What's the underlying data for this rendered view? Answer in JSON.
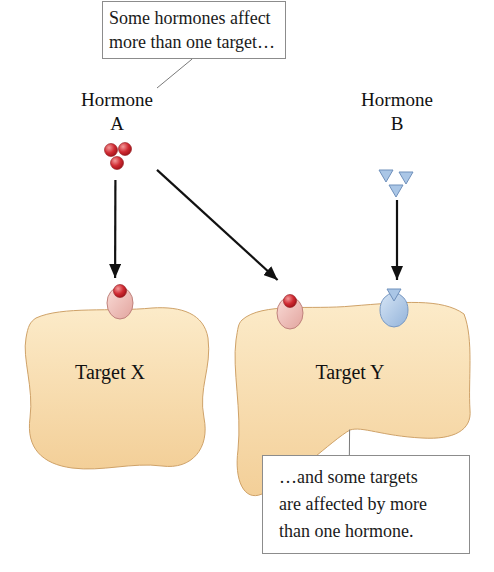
{
  "diagram": {
    "nodes": [
      {
        "text": [
          "Some hormones affect more than one target…"
        ]
      },
      {
        "text": [
          "Hormone A"
        ]
      },
      {
        "text": [
          "Hormone B"
        ]
      },
      {
        "text": [
          "Target X"
        ]
      },
      {
        "text": [
          "Target Y"
        ]
      },
      {
        "text": [
          "…and some targets are affected by more than one hormone."
        ]
      }
    ],
    "edges": [
      {
        "from": 0,
        "to": 1,
        "arrow": "none"
      },
      {
        "from": 1,
        "to": 3,
        "arrow": "to"
      },
      {
        "from": 1,
        "to": 4,
        "arrow": "to"
      },
      {
        "from": 2,
        "to": 4,
        "arrow": "to"
      },
      {
        "from": 5,
        "to": 4,
        "arrow": "none"
      }
    ]
  }
}
